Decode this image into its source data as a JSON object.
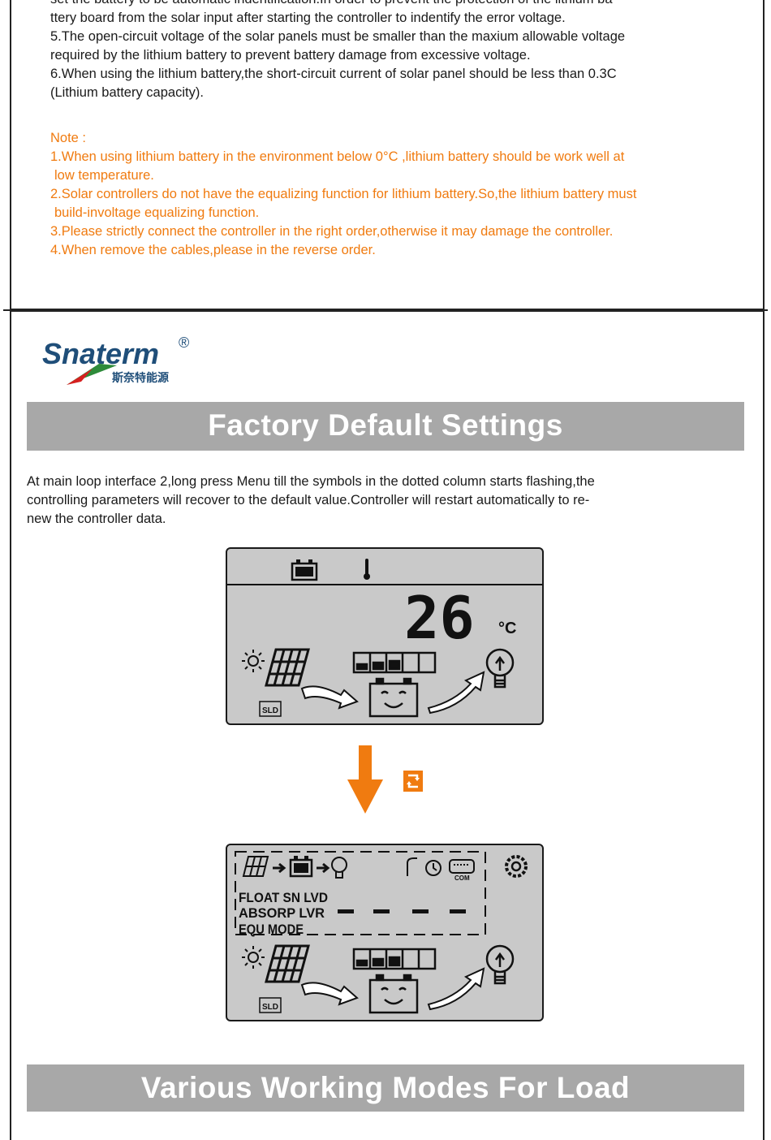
{
  "notes_top": {
    "line_cut": "set the battery to be automatic indentification.In order to prevent the protection of the lithium ba-",
    "line_a": "ttery board from the solar input after starting the controller to indentify the error voltage.",
    "line_5a": "5.The open-circuit voltage of the solar panels must be smaller than the maxium allowable voltage",
    "line_5b": "required by the lithium battery to prevent battery damage from excessive voltage.",
    "line_6a": "6.When using the lithium battery,the short-circuit current of solar panel should be less than 0.3C",
    "line_6b": "(Lithium battery capacity)."
  },
  "note": {
    "heading": "Note :",
    "item1a": "1.When using lithium battery in the environment below 0°C ,lithium battery should be work well at",
    "item1b": "low temperature.",
    "item2a": "2.Solar controllers do not have the equalizing function for lithium battery.So,the lithium battery must",
    "item2b": "build-involtage equalizing function.",
    "item3": "3.Please strictly connect the controller in the right order,otherwise it may damage the controller.",
    "item4": "4.When remove the cables,please in the reverse order."
  },
  "logo": {
    "brand": "Snaterm",
    "reg": "®",
    "chinese": "斯奈特能源"
  },
  "section1": {
    "title": "Factory Default Settings"
  },
  "intro": {
    "line1": "At main loop interface 2,long press Menu till the symbols in the dotted column starts flashing,the",
    "line2": "controlling parameters will recover to the default value.Controller will restart automatically to re-",
    "line3": "new the controller data."
  },
  "lcd1": {
    "temperature": "26",
    "unit": "°C",
    "sld": "SLD"
  },
  "lcd2": {
    "row1": "FLOAT SN LVD",
    "row2": "ABSORP   LVR",
    "row3": "EQU MODE",
    "com": "COM",
    "sld": "SLD"
  },
  "section2": {
    "title": "Various Working Modes For Load"
  },
  "colors": {
    "orange": "#f07b10",
    "band": "#a8a8a8",
    "lcd_bg": "#c9c9c9",
    "logo_blue": "#1f4e79"
  }
}
